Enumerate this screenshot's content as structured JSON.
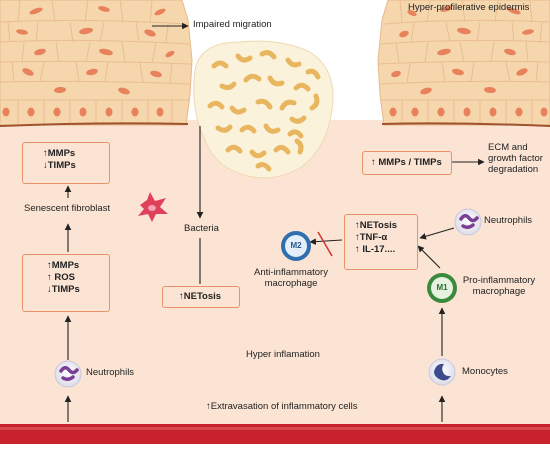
{
  "labels": {
    "impaired_migration": "Impaired migration",
    "hyper_proliferative": "Hyper-profilerative epidermis",
    "ecm_degradation": "ECM and growth factor degradation",
    "senescent_fibroblast": "Senescent fibroblast",
    "bacteria": "Bacteria",
    "neutrophils_right": "Neutrophils",
    "anti_inflammatory": "Anti-inflammatory macrophage",
    "pro_inflammatory": "Pro-inflammatory macrophage",
    "hyper_inflammation": "Hyper inflamation",
    "neutrophils_left": "Neutrophils",
    "monocytes": "Monocytes",
    "extravasation": "↑Extravasation of inflammatory cells"
  },
  "boxes": {
    "mmps_timps_top": [
      "↑MMPs",
      "↓TIMPs"
    ],
    "mmps_ros_timps": [
      "↑MMPs",
      "↑ ROS",
      "↓TIMPs"
    ],
    "netosis_center": [
      "↑NETosis"
    ],
    "mmps_timps_ratio": [
      "↑ MMPs / TIMPs"
    ],
    "netosis_tnf_il": [
      "↑NETosis",
      "↑TNF-α",
      "↑ IL-17...."
    ]
  },
  "cell_labels": {
    "m2": "M2",
    "m1": "M1"
  },
  "colors": {
    "wound_bed": "#fbe4d4",
    "epidermis": "#f6d6ad",
    "cell_nucleus": "#e8825c",
    "box_border": "#e8916b",
    "blood_vessel": "#c8232c",
    "neutrophil": "#7b3f96",
    "monocyte": "#3e4a8e",
    "m1_macrophage": "#3a8a3e",
    "m2_macrophage": "#2f6fb0",
    "bacteria": "#f0c070"
  }
}
